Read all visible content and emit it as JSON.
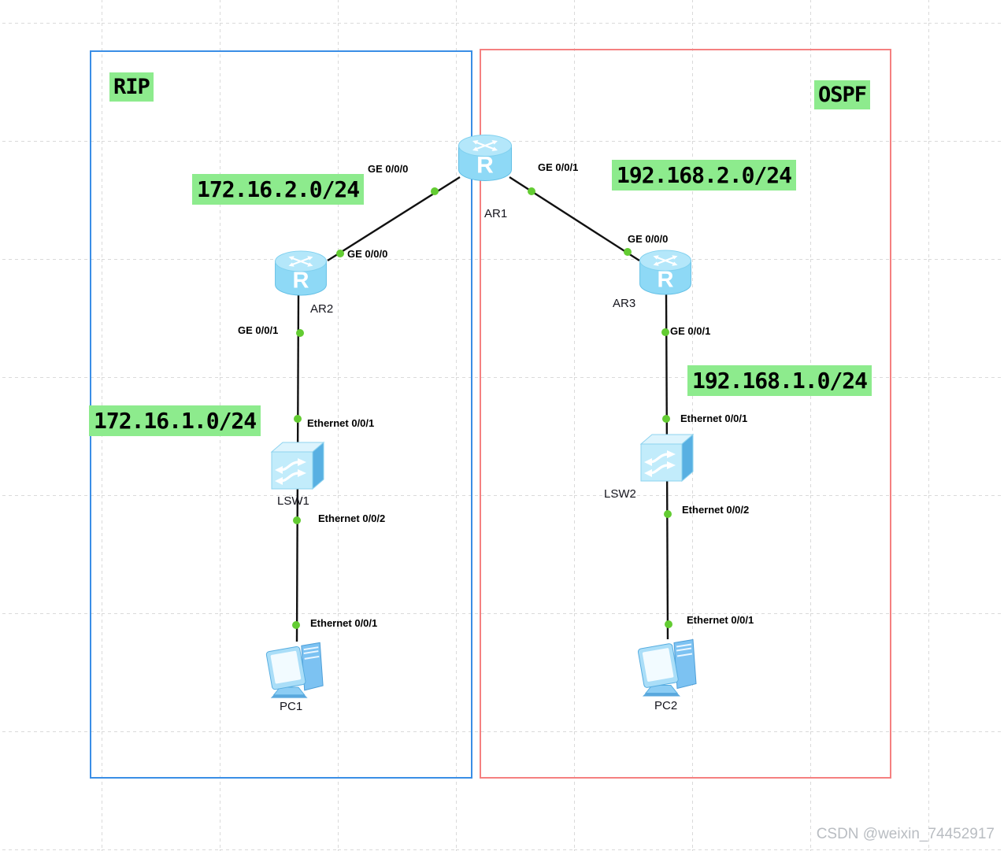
{
  "title": "eNSP network topology: RIP and OSPF zones",
  "zones": {
    "rip": {
      "label": "RIP"
    },
    "ospf": {
      "label": "OSPF"
    }
  },
  "networks": {
    "n_172_16_2": {
      "cidr": "172.16.2.0/24"
    },
    "n_192_168_2": {
      "cidr": "192.168.2.0/24"
    },
    "n_172_16_1": {
      "cidr": "172.16.1.0/24"
    },
    "n_192_168_1": {
      "cidr": "192.168.1.0/24"
    }
  },
  "nodes": {
    "ar1": {
      "label": "AR1",
      "type": "router"
    },
    "ar2": {
      "label": "AR2",
      "type": "router"
    },
    "ar3": {
      "label": "AR3",
      "type": "router"
    },
    "lsw1": {
      "label": "LSW1",
      "type": "switch"
    },
    "lsw2": {
      "label": "LSW2",
      "type": "switch"
    },
    "pc1": {
      "label": "PC1",
      "type": "pc"
    },
    "pc2": {
      "label": "PC2",
      "type": "pc"
    }
  },
  "ports": {
    "ar1_ge000": {
      "text": "GE 0/0/0"
    },
    "ar1_ge001": {
      "text": "GE 0/0/1"
    },
    "ar2_ge000": {
      "text": "GE 0/0/0"
    },
    "ar2_ge001": {
      "text": "GE 0/0/1"
    },
    "ar3_ge000": {
      "text": "GE 0/0/0"
    },
    "ar3_ge001": {
      "text": "GE 0/0/1"
    },
    "lsw1_eth001": {
      "text": "Ethernet 0/0/1"
    },
    "lsw1_eth002": {
      "text": "Ethernet 0/0/2"
    },
    "lsw2_eth001": {
      "text": "Ethernet 0/0/1"
    },
    "lsw2_eth002": {
      "text": "Ethernet 0/0/2"
    },
    "pc1_eth001": {
      "text": "Ethernet 0/0/1"
    },
    "pc2_eth001": {
      "text": "Ethernet 0/0/1"
    }
  },
  "links": [
    {
      "from": "AR1",
      "from_port": "GE 0/0/0",
      "to": "AR2",
      "to_port": "GE 0/0/0"
    },
    {
      "from": "AR1",
      "from_port": "GE 0/0/1",
      "to": "AR3",
      "to_port": "GE 0/0/0"
    },
    {
      "from": "AR2",
      "from_port": "GE 0/0/1",
      "to": "LSW1",
      "to_port": "Ethernet 0/0/1"
    },
    {
      "from": "LSW1",
      "from_port": "Ethernet 0/0/2",
      "to": "PC1",
      "to_port": "Ethernet 0/0/1"
    },
    {
      "from": "AR3",
      "from_port": "GE 0/0/1",
      "to": "LSW2",
      "to_port": "Ethernet 0/0/1"
    },
    {
      "from": "LSW2",
      "from_port": "Ethernet 0/0/2",
      "to": "PC2",
      "to_port": "Ethernet 0/0/1"
    }
  ],
  "icons": {
    "router_glyph": "R"
  },
  "colors": {
    "zone_rip_border": "#3a8ee6",
    "zone_ospf_border": "#f58080",
    "label_highlight": "#8deb8d",
    "link_line": "#111111",
    "link_dot": "#63cc32",
    "device_blue": "#8ed9f6"
  },
  "watermark": {
    "text": "CSDN @weixin_74452917"
  }
}
